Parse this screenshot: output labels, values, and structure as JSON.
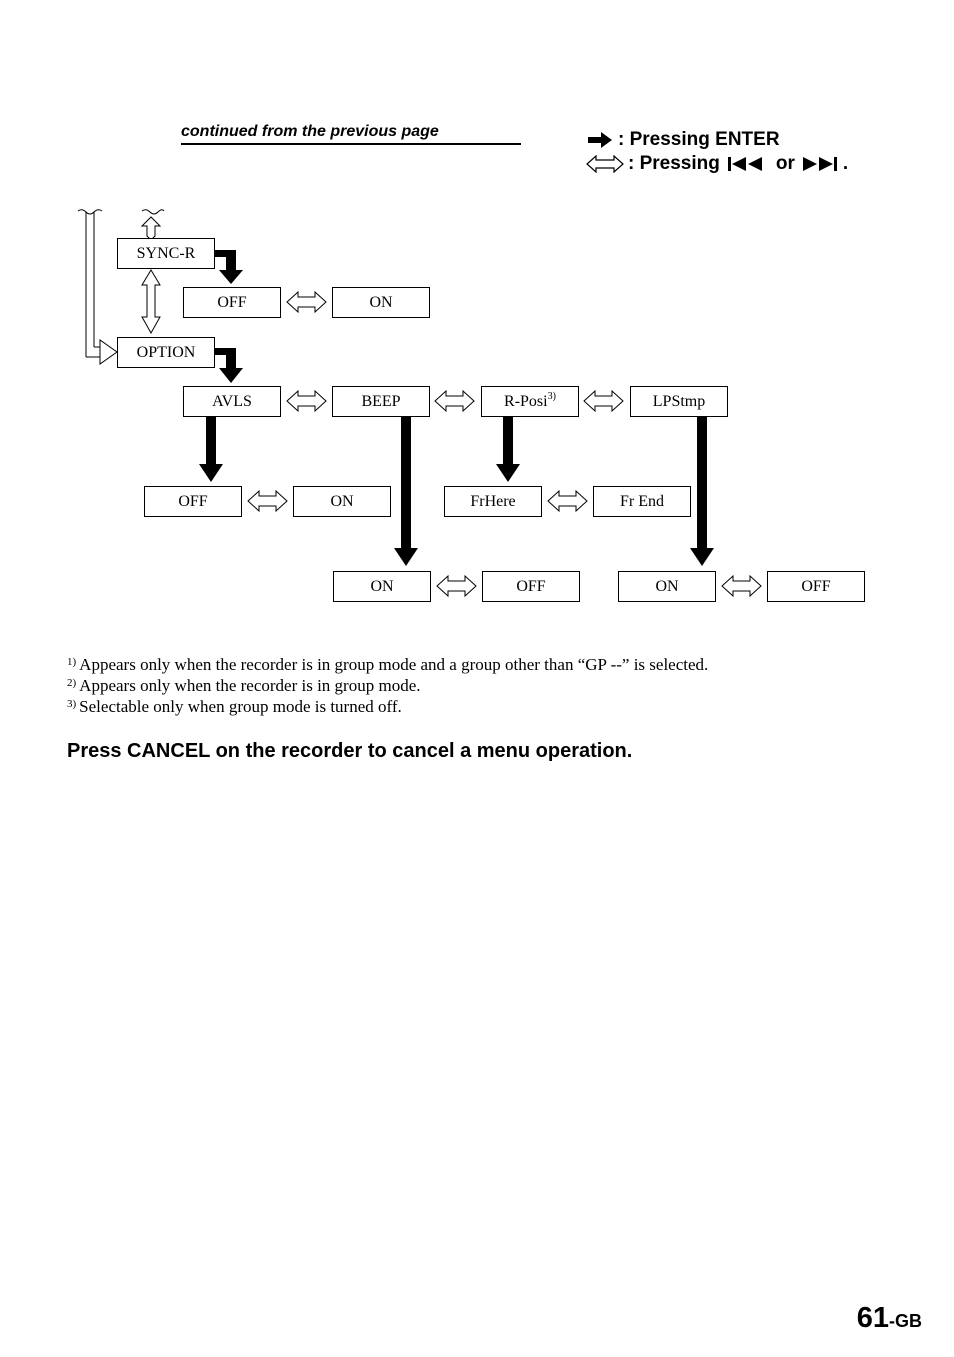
{
  "header": {
    "continued": "continued from the previous page"
  },
  "legend": {
    "enter_text": ": Pressing ENTER",
    "skip_text_prefix": ": Pressing",
    "skip_text_or": "or",
    "skip_text_end": ".",
    "icons": [
      "enter-arrow-icon",
      "double-arrow-icon",
      "previous-track-icon",
      "next-track-icon"
    ]
  },
  "diagram": {
    "sync_r": "SYNC-R",
    "sync_off": "OFF",
    "sync_on": "ON",
    "option": "OPTION",
    "avls": "AVLS",
    "beep": "BEEP",
    "r_posi": "R-Posi",
    "r_posi_note": "3)",
    "lpstmp": "LPStmp",
    "avls_off": "OFF",
    "avls_on": "ON",
    "rposi_frhere": "FrHere",
    "rposi_frend": "Fr End",
    "beep_on": "ON",
    "beep_off": "OFF",
    "lpstmp_on": "ON",
    "lpstmp_off": "OFF"
  },
  "footnotes": [
    {
      "marker": "1)",
      "text": "Appears only when the recorder is in group mode and a group other than “GP --” is selected."
    },
    {
      "marker": "2)",
      "text": "Appears only when the recorder is in group mode."
    },
    {
      "marker": "3)",
      "text": "Selectable only when group mode is turned off."
    }
  ],
  "note": "Press CANCEL on the recorder to cancel a menu operation.",
  "page": {
    "number": "61",
    "suffix": "-GB"
  }
}
